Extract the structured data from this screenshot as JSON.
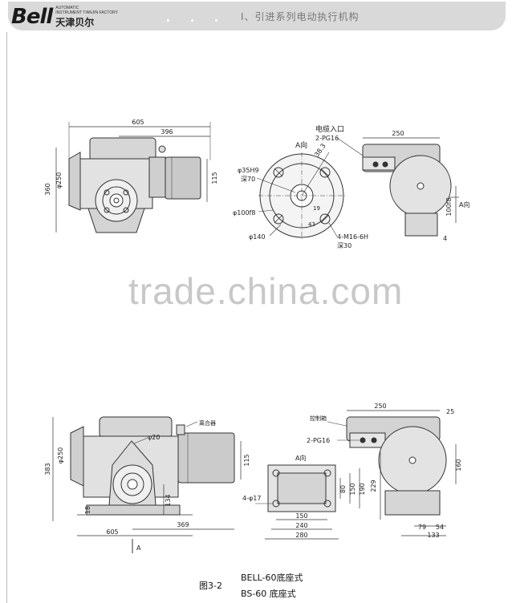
{
  "header": {
    "logo_text": "Bell",
    "logo_sub1": "AUTOMATIC",
    "logo_sub2": "INSTRUMENT TIANJIN FACTORY",
    "logo_cn": "天津贝尔",
    "section_title": "I、引进系列电动执行机构"
  },
  "watermark": "trade.china.com",
  "top_drawing": {
    "dims_front": [
      "605",
      "396",
      "360",
      "φ250",
      "115"
    ],
    "flange": {
      "direction_label": "A向",
      "cable_entry": "电缆入口",
      "cable_spec": "2-PG16",
      "angle_label": "38.3",
      "bore": "φ35H9",
      "depth70": "深70",
      "pilot": "φ100f8",
      "pcd": "φ140",
      "bolt": "4-M16-6H",
      "depth30": "深30",
      "small1": "43",
      "small2": "19"
    },
    "side": {
      "width": "250",
      "height": "100f8",
      "direction": "A向",
      "small": "4"
    }
  },
  "bottom_drawing": {
    "front": {
      "height": "383",
      "dia": "φ250",
      "hole": "φ20",
      "clutch": "离合器",
      "d115": "115",
      "d134": "134",
      "d18": "18",
      "d605": "605",
      "d369": "369",
      "view": "A"
    },
    "base": {
      "direction": "A向",
      "holes": "4-φ17",
      "d150": "150",
      "d240": "240",
      "d280": "280",
      "d80": "80",
      "d150v": "150",
      "d190": "190"
    },
    "side": {
      "control_box": "控制箱",
      "pg": "2-PG16",
      "w250": "250",
      "d25": "25",
      "d160": "160",
      "d229": "229",
      "d79": "79",
      "d54": "54",
      "d133": "133"
    }
  },
  "caption": {
    "fig": "图3-2",
    "line1": "BELL-60底座式",
    "line2": "BS-60  底座式"
  }
}
